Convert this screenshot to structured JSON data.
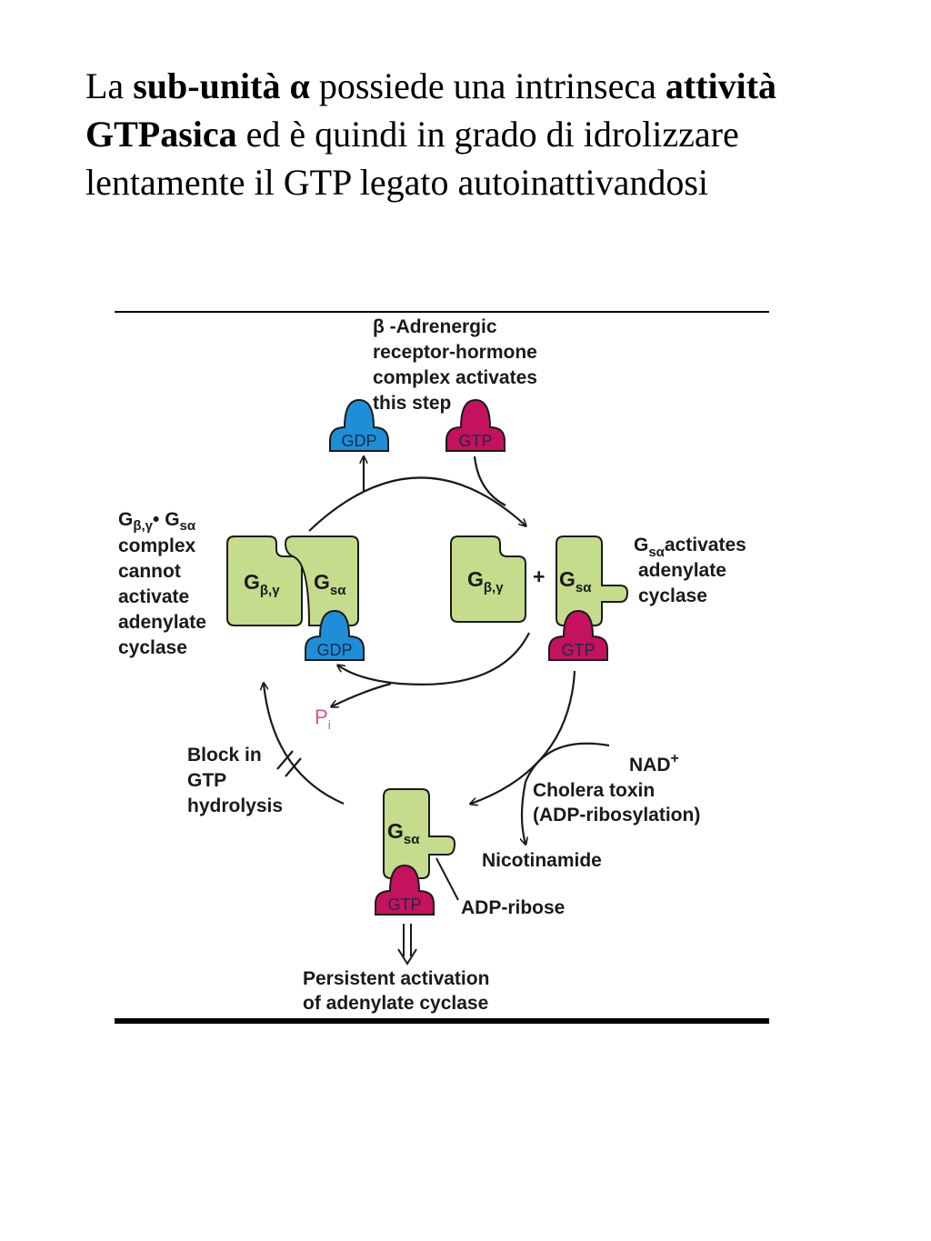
{
  "slide": {
    "t1": "La ",
    "t2": "sub-unità",
    "t3": " α",
    "t4": " possiede una intrinseca ",
    "t5": "attività GTPasica",
    "t6": " ed è quindi in grado di idrolizzare lentamente il GTP legato autoinattivandosi"
  },
  "diagram": {
    "receptor_label": [
      "β -Adrenergic",
      "receptor-hormone",
      "complex activates",
      "this step"
    ],
    "gdp": "GDP",
    "gtp": "GTP",
    "g_beta_gamma": "G",
    "g_beta_gamma_sub": "β,γ",
    "g_s_alpha": "G",
    "g_s_alpha_sub": "sα",
    "plus": "+",
    "left_label": [
      "complex",
      "cannot",
      "activate",
      "adenylate",
      "cyclase"
    ],
    "left_label_head": "G",
    "left_label_head_sub1": "β,γ",
    "left_label_head_dot": "• G",
    "left_label_head_sub2": "sα",
    "right_label_head": "G",
    "right_label_head_sub": "sα",
    "right_label_lines": [
      "activates",
      "adenylate",
      "cyclase"
    ],
    "pi": "P",
    "pi_sub": "i",
    "block_label": [
      "Block in",
      "GTP",
      "hydrolysis"
    ],
    "nad": "NAD",
    "nad_sup": "+",
    "cholera": [
      "Cholera toxin",
      "(ADP-ribosylation)"
    ],
    "nicotinamide": "Nicotinamide",
    "adp_ribose": "ADP-ribose",
    "persistent": [
      "Persistent activation",
      "of adenylate cyclase"
    ]
  },
  "colors": {
    "protein_fill": "#c4dc8c",
    "gdp_fill": "#1e8fd6",
    "gtp_fill": "#c4125e",
    "pi_color": "#e0508a"
  }
}
